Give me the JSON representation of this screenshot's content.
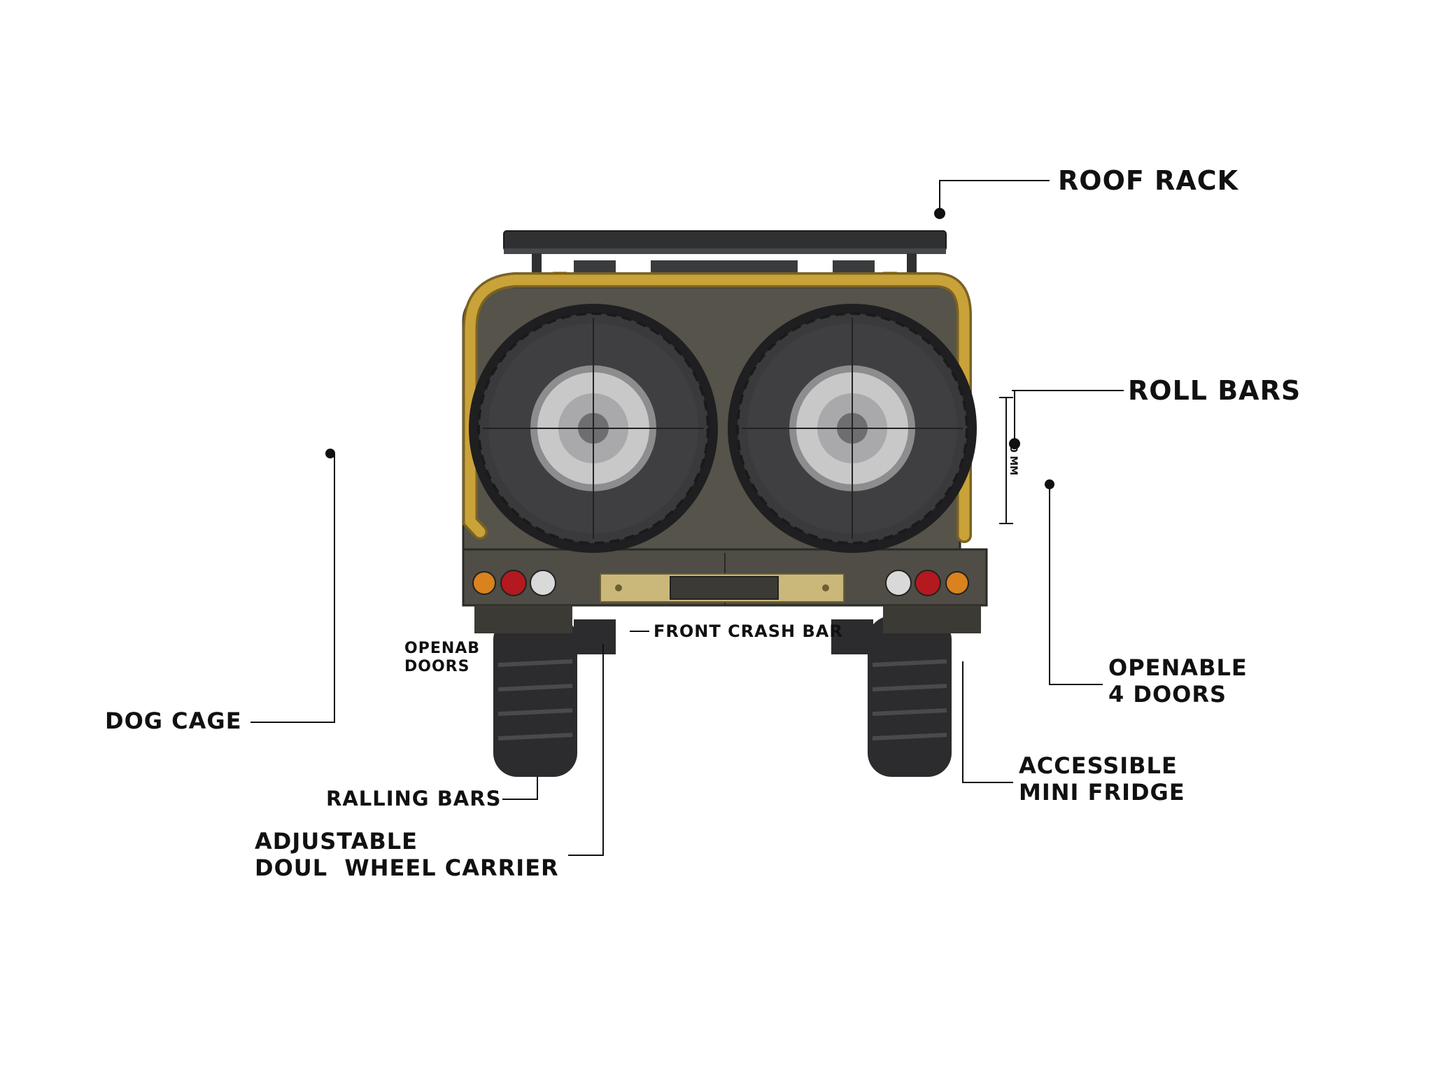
{
  "labels": {
    "roof_rack": "ROOF RACK",
    "roll_bars": "ROLL BARS",
    "dog_cage": "DOG CAGE",
    "openable_4_doors": [
      "OPENABLE",
      "4 DOORS"
    ],
    "openab_doors": [
      "OPENAB",
      "DOORS"
    ],
    "front_crash_bar": "FRONT CRASH BAR",
    "ralling_bars": "RALLING BARS",
    "adjustable_carrier": [
      "ADJUSTABLE",
      "DOUL  WHEEL CARRIER"
    ],
    "accessible_fridge": [
      "ACCESSIBLE",
      "MINI FRIDGE"
    ],
    "dimension": "0 MM"
  },
  "colors": {
    "body": "#55534a",
    "body_dark": "#3b3a34",
    "roll_bar": "#c9a23a",
    "rack": "#2f3032",
    "tire": "#2c2c2e",
    "rim": "#c8c8c8",
    "plate": "#c9b87a",
    "lamp_amber": "#d9821e",
    "lamp_red": "#b3191f",
    "lamp_white": "#d9d9d9",
    "leader": "#111111"
  }
}
